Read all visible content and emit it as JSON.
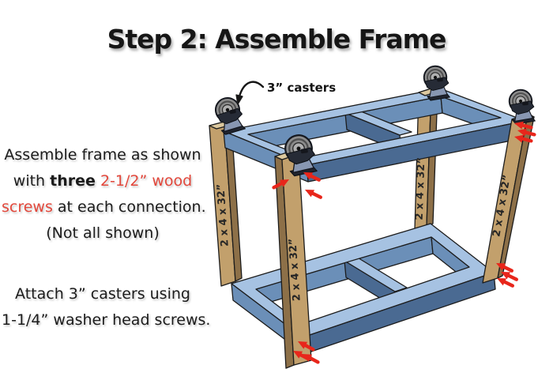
{
  "title": "Step 2: Assemble Frame",
  "instructions": {
    "line1": "Assemble frame as shown",
    "line2_normal": "with ",
    "line2_bold": "three",
    "line2_red": " 2-1/2” wood",
    "line3_red": "screws",
    "line3_normal": " at each connection.",
    "line4": "(Not all shown)",
    "line5": "Attach 3” casters using",
    "line6": "1-1/4” washer head screws."
  },
  "diagram": {
    "callout_label": "3” casters",
    "leg_label": "2 x 4 x 32”"
  },
  "colors": {
    "text_red": "#e2473b",
    "arrow_red": "#e8261b",
    "wood_light": "#c2a06c",
    "wood_dark": "#8d7048",
    "wood_cap": "#dcc89e",
    "blue_light": "#a6c2e2",
    "blue_medium": "#6b8fb8",
    "blue_dark": "#4a6a92",
    "outline": "#1c1c1c",
    "caster_grey": "#8c8c8c",
    "caster_dark": "#262b36",
    "bracket_blue": "#8897b2"
  }
}
